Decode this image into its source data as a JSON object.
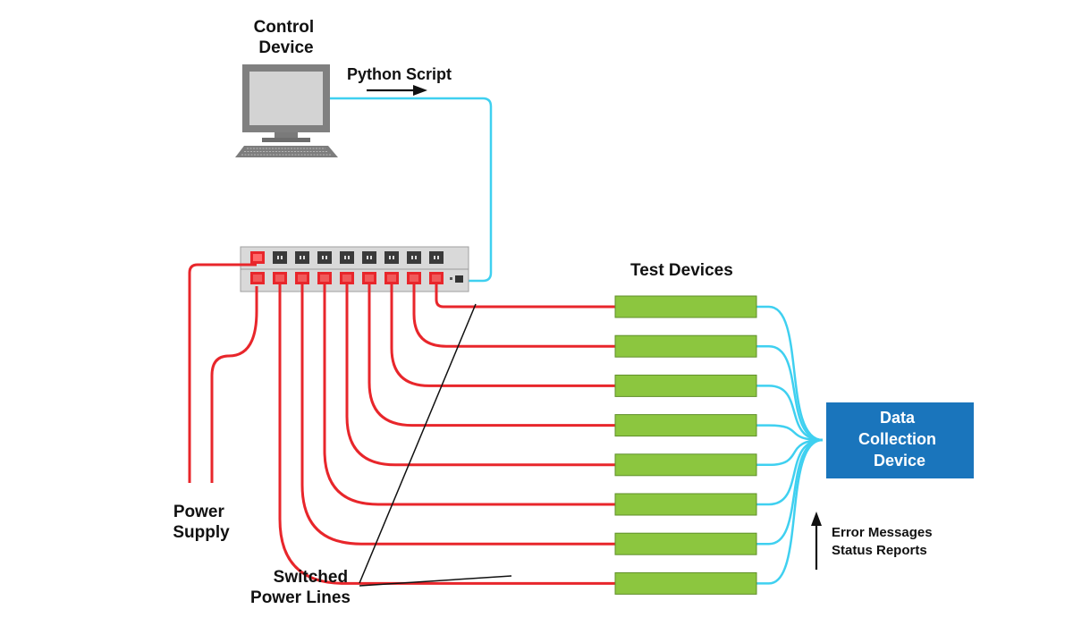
{
  "labels": {
    "control_device": [
      "Control",
      "Device"
    ],
    "python_script": "Python Script",
    "test_devices": "Test Devices",
    "data_collection_device": [
      "Data",
      "Collection",
      "Device"
    ],
    "power_supply": [
      "Power",
      "Supply"
    ],
    "switched_power_lines": [
      "Switched",
      "Power Lines"
    ],
    "error_messages": "Error Messages",
    "status_reports": "Status Reports"
  },
  "colors": {
    "power_line": "#e8262b",
    "data_line": "#3fd0f0",
    "test_device_fill": "#8cc63f",
    "data_box_fill": "#1a75bc",
    "power_strip_fill": "#d9d9d9",
    "monitor": "#808080"
  },
  "counts": {
    "test_devices": 8,
    "switched_outlets": 8
  }
}
